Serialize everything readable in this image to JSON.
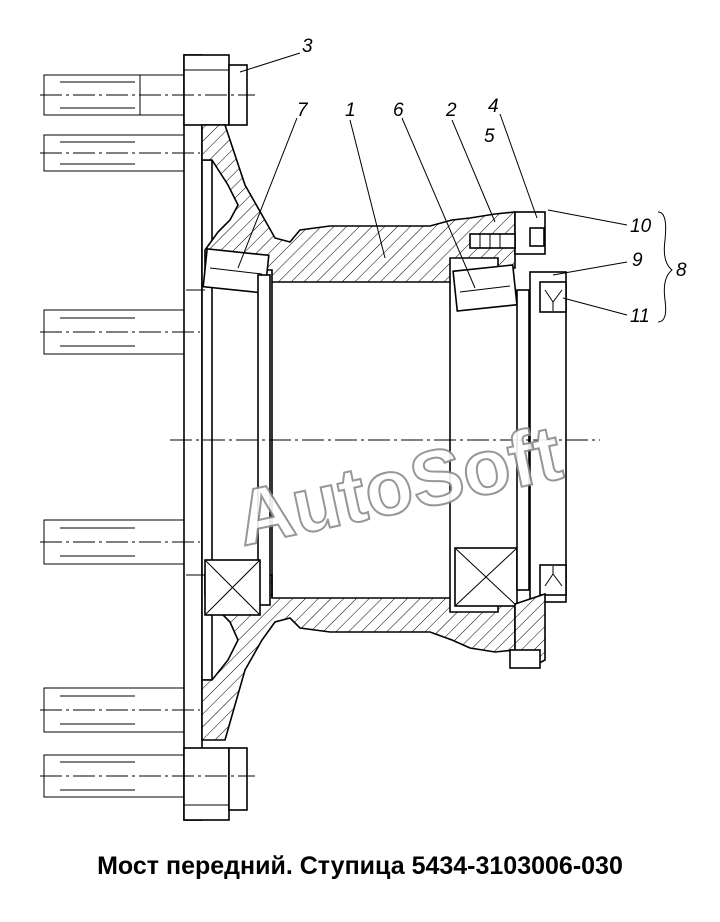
{
  "caption": "Мост передний. Ступица 5434-3103006-030",
  "watermark": "AutoSoft",
  "callouts": [
    "1",
    "2",
    "3",
    "4",
    "5",
    "6",
    "7",
    "8",
    "9",
    "10",
    "11"
  ]
}
